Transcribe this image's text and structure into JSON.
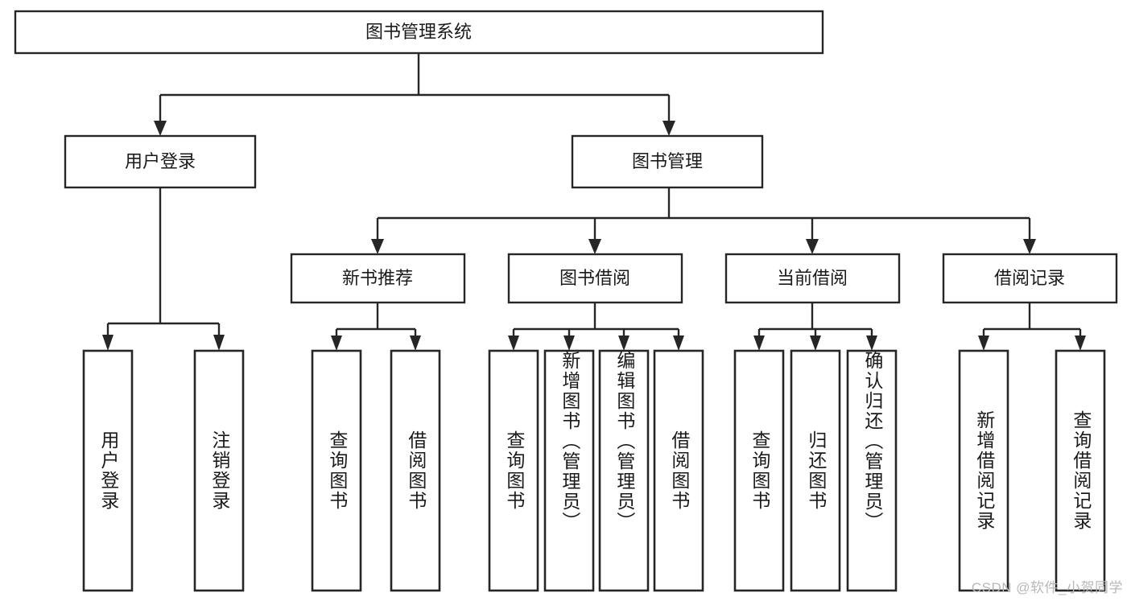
{
  "diagram": {
    "title": "图书管理系统",
    "type": "tree-hierarchy",
    "watermark": "CSDN @软件_小贺同学",
    "colors": {
      "background": "#ffffff",
      "stroke": "#262626",
      "text": "#1a1a1a",
      "watermark": "#b8b8b8"
    },
    "root": {
      "label": "图书管理系统"
    },
    "level2": [
      {
        "label": "用户登录"
      },
      {
        "label": "图书管理"
      }
    ],
    "level3": [
      {
        "label": "新书推荐"
      },
      {
        "label": "图书借阅"
      },
      {
        "label": "当前借阅"
      },
      {
        "label": "借阅记录"
      }
    ],
    "leaves": {
      "user_login": [
        {
          "label": "用户登录"
        },
        {
          "label": "注销登录"
        }
      ],
      "new_book_recommend": [
        {
          "label": "查询图书"
        },
        {
          "label": "借阅图书"
        }
      ],
      "book_borrow": [
        {
          "label": "查询图书"
        },
        {
          "label": "新增图书（管理员）"
        },
        {
          "label": "编辑图书（管理员）"
        },
        {
          "label": "借阅图书"
        }
      ],
      "current_borrow": [
        {
          "label": "查询图书"
        },
        {
          "label": "归还图书"
        },
        {
          "label": "确认归还（管理员）"
        }
      ],
      "borrow_record": [
        {
          "label": "新增借阅记录"
        },
        {
          "label": "查询借阅记录"
        }
      ]
    }
  }
}
